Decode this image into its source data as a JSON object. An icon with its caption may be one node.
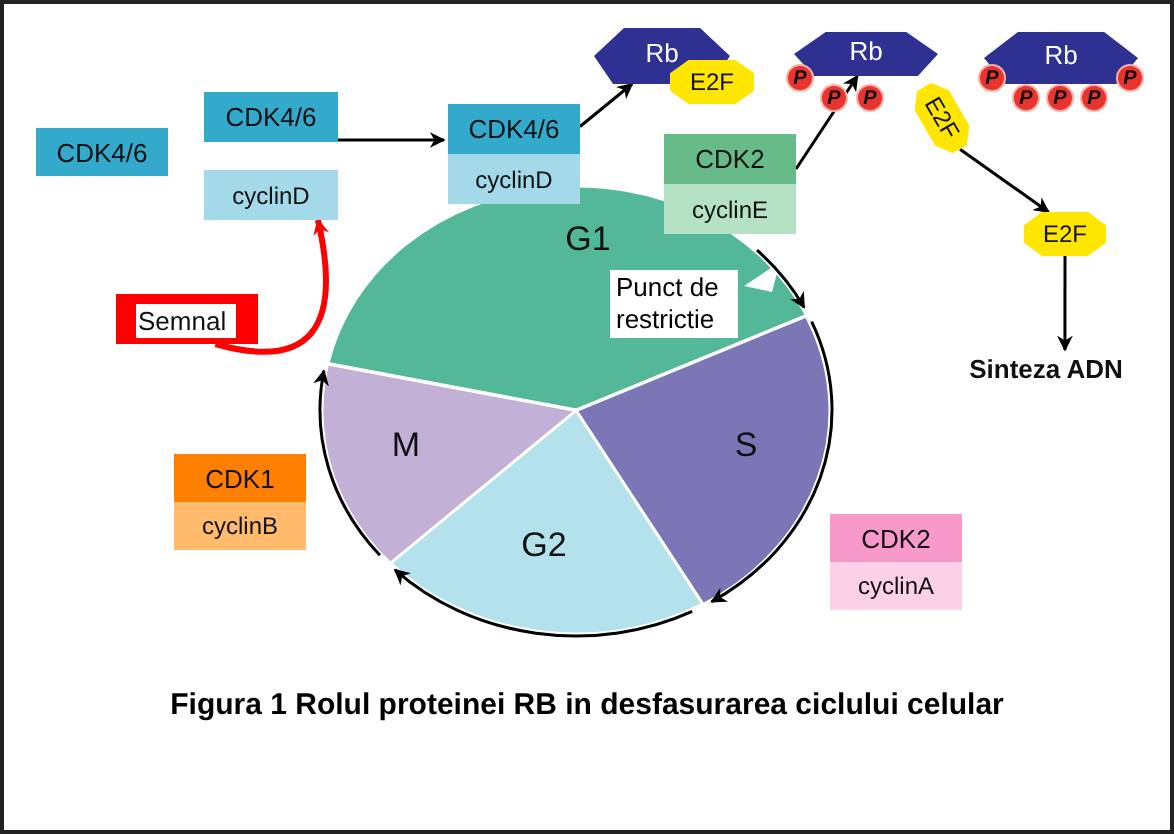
{
  "diagram": {
    "caption": "Figura 1 Rolul proteinei RB in desfasurarea ciclului celular",
    "nodes": [
      {
        "text": [
          "CDK4/6"
        ]
      },
      {
        "text": [
          "CDK4/6"
        ]
      },
      {
        "text": [
          "cyclinD"
        ]
      },
      {
        "text": [
          "CDK4/6"
        ]
      },
      {
        "text": [
          "cyclinD"
        ]
      },
      {
        "text": [
          "Rb"
        ]
      },
      {
        "text": [
          "E2F"
        ]
      },
      {
        "text": [
          "CDK2"
        ]
      },
      {
        "text": [
          "cyclinE"
        ]
      },
      {
        "text": [
          "Rb"
        ]
      },
      {
        "text": [
          "P"
        ]
      },
      {
        "text": [
          "P"
        ]
      },
      {
        "text": [
          "P"
        ]
      },
      {
        "text": [
          "E2F"
        ]
      },
      {
        "text": [
          "Rb"
        ]
      },
      {
        "text": [
          "P"
        ]
      },
      {
        "text": [
          "P"
        ]
      },
      {
        "text": [
          "P"
        ]
      },
      {
        "text": [
          "P"
        ]
      },
      {
        "text": [
          "P"
        ]
      },
      {
        "text": [
          "E2F"
        ]
      },
      {
        "text": [
          "Sinteza ADN"
        ]
      },
      {
        "text": [
          "Semnal"
        ]
      },
      {
        "text": [
          "G1"
        ]
      },
      {
        "text": [
          "S"
        ]
      },
      {
        "text": [
          "G2"
        ]
      },
      {
        "text": [
          "M"
        ]
      },
      {
        "text": [
          "CDK1"
        ]
      },
      {
        "text": [
          "cyclinB"
        ]
      },
      {
        "text": [
          "CDK2"
        ]
      },
      {
        "text": [
          "cyclinA"
        ]
      }
    ],
    "edges": [
      {
        "from": 1,
        "to": 3,
        "arrow": "to"
      },
      {
        "from": 3,
        "to": 5,
        "arrow": "to"
      },
      {
        "from": 7,
        "to": 9,
        "arrow": "to"
      },
      {
        "from": 13,
        "to": 20,
        "arrow": "to"
      },
      {
        "from": 20,
        "to": 21,
        "arrow": "to"
      },
      {
        "from": 22,
        "to": 2,
        "arrow": "to",
        "style": "thick",
        "color": "#ff0000"
      },
      {
        "from": 23,
        "to": 24,
        "arrow": "to"
      },
      {
        "from": 24,
        "to": 25,
        "arrow": "to"
      },
      {
        "from": 25,
        "to": 26,
        "arrow": "to"
      },
      {
        "from": 26,
        "to": 23,
        "arrow": "to"
      }
    ],
    "labels": [
      "Punct de restrictie"
    ]
  }
}
